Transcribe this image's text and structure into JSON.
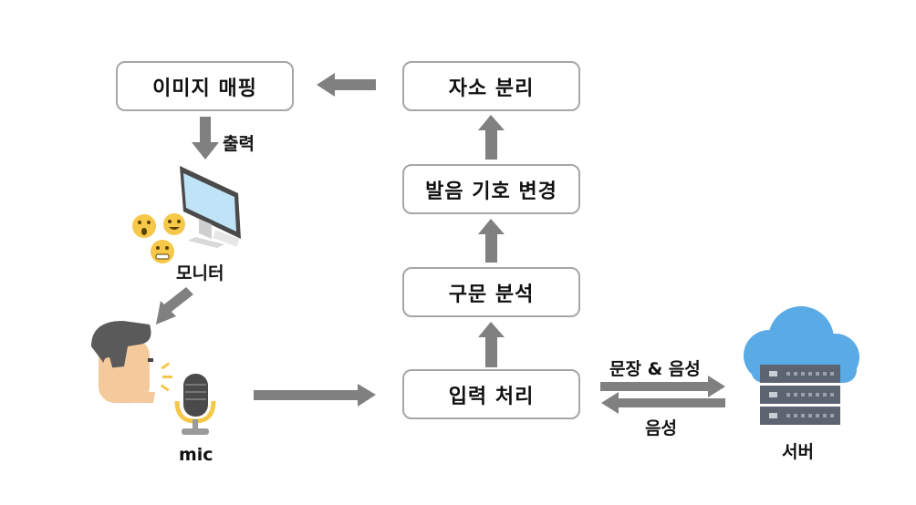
{
  "boxes": {
    "image_mapping": "이미지 매핑",
    "morpheme_separation": "자소 분리",
    "pronunciation_conversion": "발음 기호 변경",
    "syntax_analysis": "구문 분석",
    "input_processing": "입력 처리"
  },
  "labels": {
    "output": "출력",
    "monitor": "모니터",
    "mic": "mic",
    "sentence_voice": "문장 & 음성",
    "voice": "음성",
    "server": "서버"
  },
  "colors": {
    "arrow": "#808080",
    "box_border": "#a6a6a6",
    "cloud": "#5aaae6",
    "monitor_screen": "#bfe3f7",
    "emoji": "#f6c84a"
  },
  "icons": [
    "monitor-icon",
    "emoji-icon",
    "person-speaking-icon",
    "microphone-icon",
    "cloud-server-icon"
  ]
}
